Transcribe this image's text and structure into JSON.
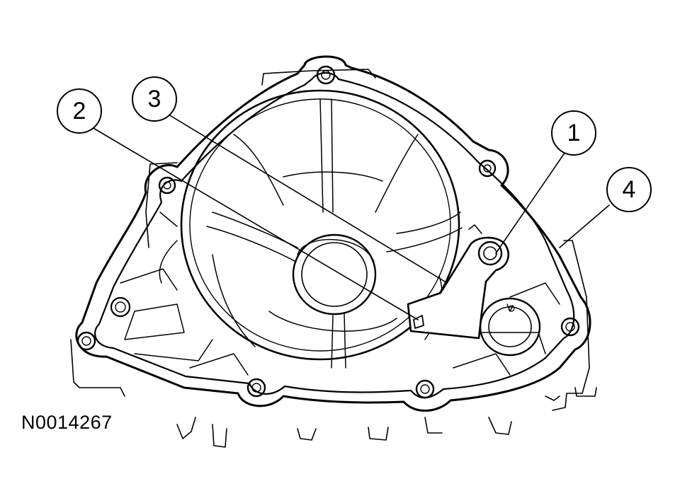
{
  "figure": {
    "id_label": "N0014267",
    "callouts": [
      {
        "number": "1"
      },
      {
        "number": "2"
      },
      {
        "number": "3"
      },
      {
        "number": "4"
      }
    ]
  }
}
